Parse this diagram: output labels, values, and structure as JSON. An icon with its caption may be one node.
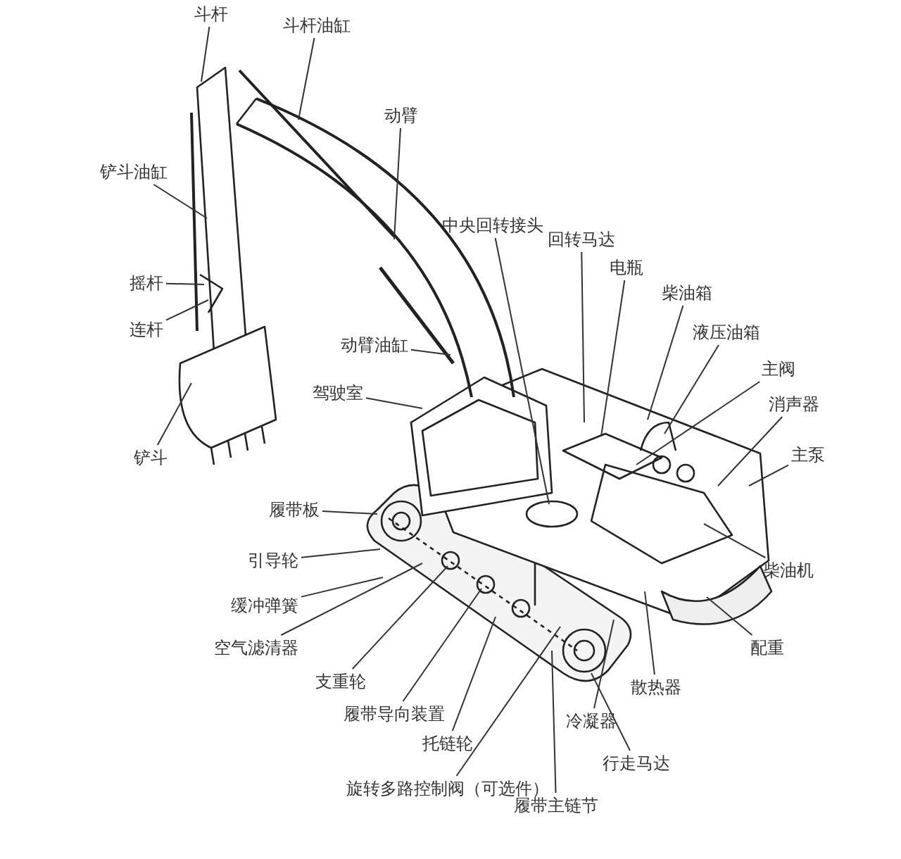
{
  "diagram": {
    "nodes": [
      {
        "text": [
          "斗杆"
        ]
      },
      {
        "text": [
          "斗杆油缸"
        ]
      },
      {
        "text": [
          "动臂"
        ]
      },
      {
        "text": [
          "铲斗油缸"
        ]
      },
      {
        "text": [
          "中央回转接头"
        ]
      },
      {
        "text": [
          "回转马达"
        ]
      },
      {
        "text": [
          "电瓶"
        ]
      },
      {
        "text": [
          "柴油箱"
        ]
      },
      {
        "text": [
          "液压油箱"
        ]
      },
      {
        "text": [
          "主阀"
        ]
      },
      {
        "text": [
          "消声器"
        ]
      },
      {
        "text": [
          "主泵"
        ]
      },
      {
        "text": [
          "摇杆"
        ]
      },
      {
        "text": [
          "连杆"
        ]
      },
      {
        "text": [
          "动臂油缸"
        ]
      },
      {
        "text": [
          "驾驶室"
        ]
      },
      {
        "text": [
          "铲斗"
        ]
      },
      {
        "text": [
          "履带板"
        ]
      },
      {
        "text": [
          "引导轮"
        ]
      },
      {
        "text": [
          "缓冲弹簧"
        ]
      },
      {
        "text": [
          "空气滤清器"
        ]
      },
      {
        "text": [
          "支重轮"
        ]
      },
      {
        "text": [
          "履带导向装置"
        ]
      },
      {
        "text": [
          "托链轮"
        ]
      },
      {
        "text": [
          "旋转多路控制阀（可选件）"
        ]
      },
      {
        "text": [
          "履带主链节"
        ]
      },
      {
        "text": [
          "行走马达"
        ]
      },
      {
        "text": [
          "冷凝器"
        ]
      },
      {
        "text": [
          "散热器"
        ]
      },
      {
        "text": [
          "配重"
        ]
      },
      {
        "text": [
          "柴油机"
        ]
      }
    ],
    "edges": [
      {
        "from": 0,
        "to": null,
        "arrow": "none"
      },
      {
        "from": 1,
        "to": null,
        "arrow": "none"
      },
      {
        "from": 2,
        "to": null,
        "arrow": "none"
      },
      {
        "from": 3,
        "to": null,
        "arrow": "none"
      },
      {
        "from": 4,
        "to": null,
        "arrow": "none"
      },
      {
        "from": 5,
        "to": null,
        "arrow": "none"
      },
      {
        "from": 6,
        "to": null,
        "arrow": "none"
      },
      {
        "from": 7,
        "to": null,
        "arrow": "none"
      },
      {
        "from": 8,
        "to": null,
        "arrow": "none"
      },
      {
        "from": 9,
        "to": null,
        "arrow": "none"
      },
      {
        "from": 10,
        "to": null,
        "arrow": "none"
      },
      {
        "from": 11,
        "to": null,
        "arrow": "none"
      },
      {
        "from": 12,
        "to": null,
        "arrow": "none"
      },
      {
        "from": 13,
        "to": null,
        "arrow": "none"
      },
      {
        "from": 14,
        "to": null,
        "arrow": "none"
      },
      {
        "from": 15,
        "to": null,
        "arrow": "none"
      },
      {
        "from": 16,
        "to": null,
        "arrow": "none"
      },
      {
        "from": 17,
        "to": null,
        "arrow": "none"
      },
      {
        "from": 18,
        "to": null,
        "arrow": "none"
      },
      {
        "from": 19,
        "to": null,
        "arrow": "none"
      },
      {
        "from": 20,
        "to": null,
        "arrow": "none"
      },
      {
        "from": 21,
        "to": null,
        "arrow": "none"
      },
      {
        "from": 22,
        "to": null,
        "arrow": "none"
      },
      {
        "from": 23,
        "to": null,
        "arrow": "none"
      },
      {
        "from": 24,
        "to": null,
        "arrow": "none"
      },
      {
        "from": 25,
        "to": null,
        "arrow": "none"
      },
      {
        "from": 26,
        "to": null,
        "arrow": "none"
      },
      {
        "from": 27,
        "to": null,
        "arrow": "none"
      },
      {
        "from": 28,
        "to": null,
        "arrow": "none"
      },
      {
        "from": 29,
        "to": null,
        "arrow": "none"
      },
      {
        "from": 30,
        "to": null,
        "arrow": "none"
      }
    ]
  }
}
